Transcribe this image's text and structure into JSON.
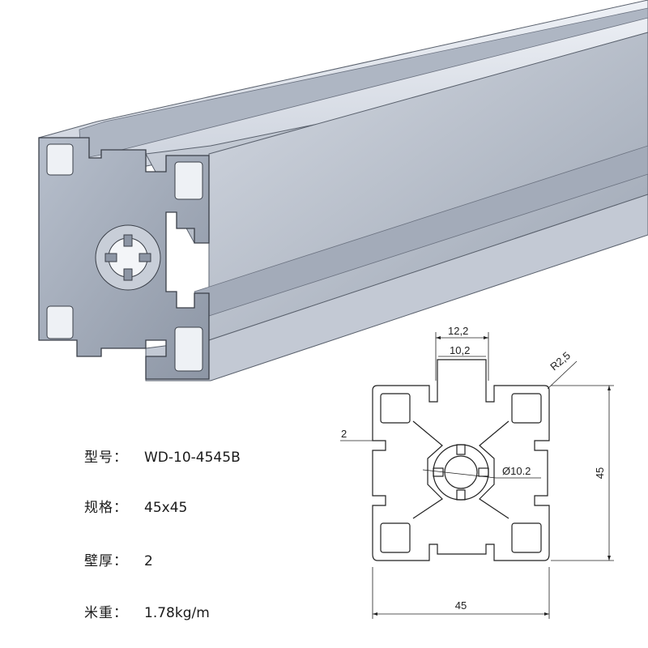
{
  "specs": [
    {
      "label": "型号：",
      "value": "WD-10-4545B"
    },
    {
      "label": "规格：",
      "value": "45x45"
    },
    {
      "label": "壁厚：",
      "value": "2"
    },
    {
      "label": "米重：",
      "value": "1.78kg/m"
    }
  ],
  "drawing": {
    "slot_outer": "12,2",
    "slot_inner": "10,2",
    "corner_radius": "R2,5",
    "wall": "2",
    "center_bore": "Ø10.2",
    "height": "45",
    "width": "45"
  },
  "colors": {
    "metal_light": "#dfe4ec",
    "metal_mid": "#b9c1ce",
    "metal_dark": "#7f8898",
    "outline": "#3a3f48"
  }
}
